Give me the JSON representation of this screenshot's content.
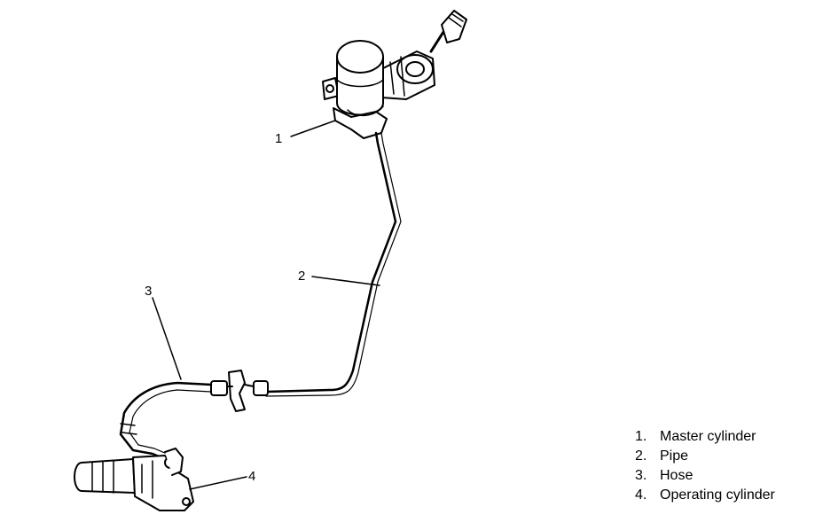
{
  "callouts": [
    "1",
    "2",
    "3",
    "4"
  ],
  "legend": [
    {
      "num": "1.",
      "label": "Master cylinder"
    },
    {
      "num": "2.",
      "label": "Pipe"
    },
    {
      "num": "3.",
      "label": "Hose"
    },
    {
      "num": "4.",
      "label": "Operating cylinder"
    }
  ]
}
